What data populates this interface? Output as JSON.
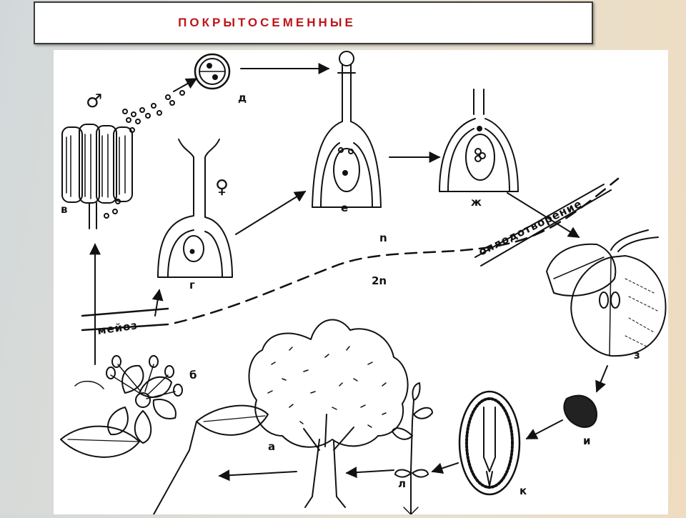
{
  "title": "ПОКРЫТОСЕМЕННЫЕ",
  "figure": {
    "symbols": {
      "male": "♂",
      "female": "♀"
    },
    "labels": {
      "a": "а",
      "b": "б",
      "v": "в",
      "g": "г",
      "d": "д",
      "e": "е",
      "zh": "ж",
      "z": "з",
      "i": "и",
      "k": "к",
      "l": "л"
    },
    "ploidy": {
      "haploid": "n",
      "diploid": "2n"
    },
    "processes": {
      "meiosis": "мейоз",
      "fertilization": "оплодотворение"
    }
  }
}
